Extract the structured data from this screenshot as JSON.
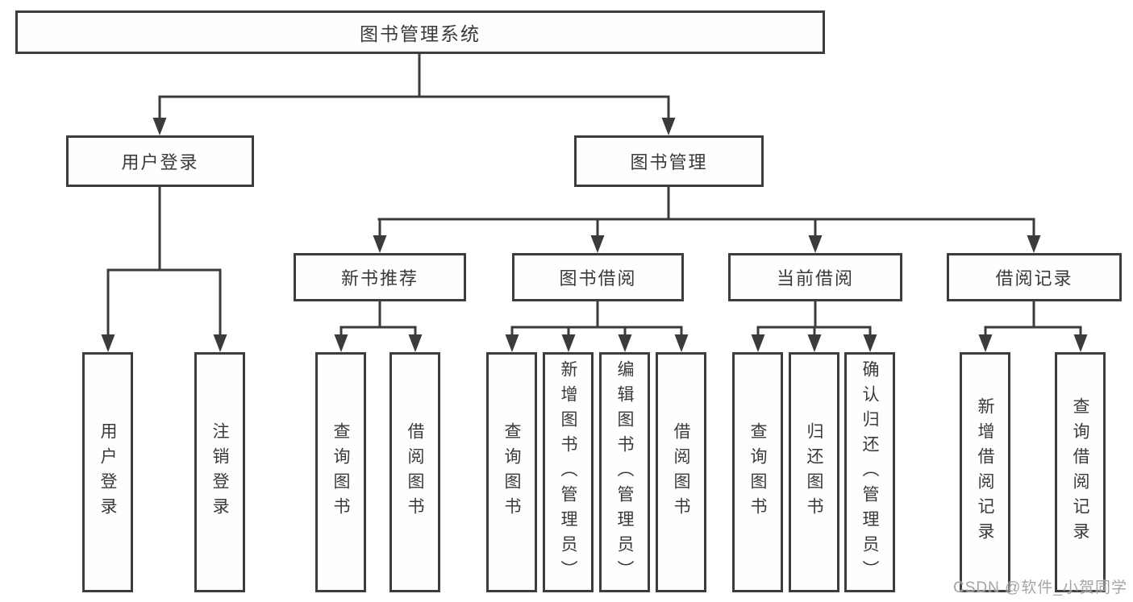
{
  "diagram_type": "hierarchy-tree",
  "tree": {
    "label": "图书管理系统",
    "children": [
      {
        "label": "用户登录",
        "children": [
          {
            "label": "用户登录"
          },
          {
            "label": "注销登录"
          }
        ]
      },
      {
        "label": "图书管理",
        "children": [
          {
            "label": "新书推荐",
            "children": [
              {
                "label": "查询图书"
              },
              {
                "label": "借阅图书"
              }
            ]
          },
          {
            "label": "图书借阅",
            "children": [
              {
                "label": "查询图书"
              },
              {
                "label": "新增图书（管理员）"
              },
              {
                "label": "编辑图书（管理员）"
              },
              {
                "label": "借阅图书"
              }
            ]
          },
          {
            "label": "当前借阅",
            "children": [
              {
                "label": "查询图书"
              },
              {
                "label": "归还图书"
              },
              {
                "label": "确认归还（管理员）"
              }
            ]
          },
          {
            "label": "借阅记录",
            "children": [
              {
                "label": "新增借阅记录"
              },
              {
                "label": "查询借阅记录"
              }
            ]
          }
        ]
      }
    ]
  },
  "watermark": {
    "text": "CSDN @软件_小贺同学"
  },
  "colors": {
    "box_border": "#3d3d3d",
    "connector_line": "#3b3b3b",
    "text": "#3a3a3a",
    "watermark": "#949494",
    "background": "#ffffff"
  }
}
